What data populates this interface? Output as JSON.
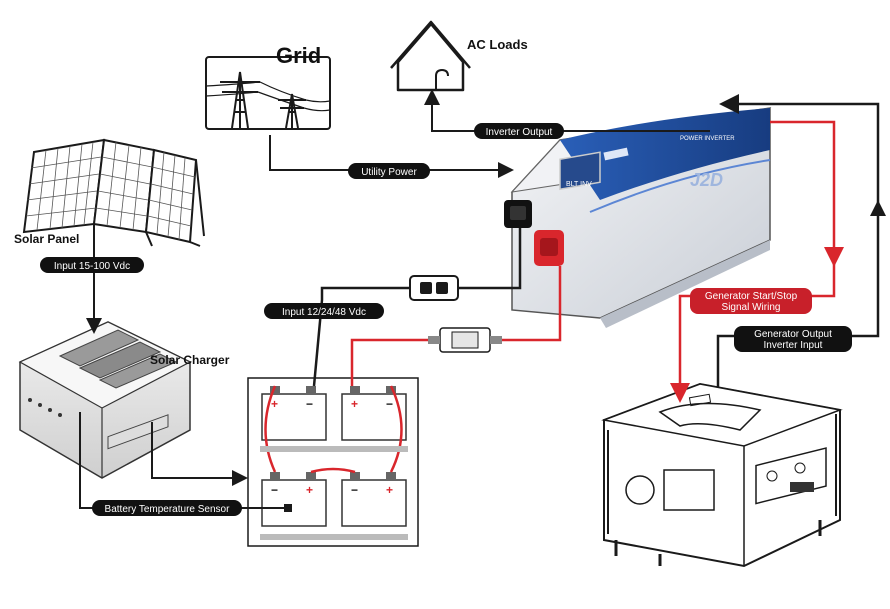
{
  "labels": {
    "grid": "Grid",
    "ac_loads": "AC Loads",
    "solar_panel": "Solar Panel",
    "solar_charger": "Solar Charger",
    "battery_sensor": "Battery Temperature Sensor",
    "input_solar": "Input 15-100 Vdc",
    "input_battery": "Input 12/24/48 Vdc",
    "utility_power": "Utility Power",
    "inverter_output": "Inverter Output",
    "gen_signal_line1": "Generator Start/Stop",
    "gen_signal_line2": "Signal Wiring",
    "gen_output_line1": "Generator Output",
    "gen_output_line2": "Inverter Input"
  },
  "inverter": {
    "brand": "J2D",
    "panel_text": "POWER INVERTER",
    "display_text": "BLT INV"
  },
  "colors": {
    "wire_dark": "#1a1a1a",
    "wire_red": "#d9262c",
    "pill_bg": "#111111",
    "pill_red_bg": "#c8202a",
    "inverter_blue": "#1f4fa0",
    "inverter_body": "#e4e7ec"
  }
}
